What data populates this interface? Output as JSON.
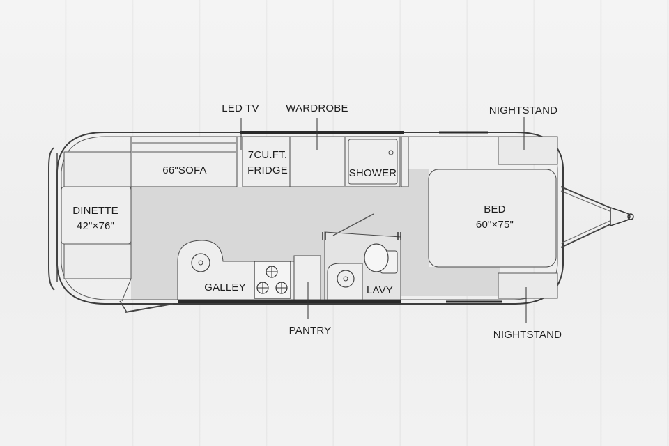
{
  "floorplan": {
    "callouts": {
      "led_tv": "LED TV",
      "wardrobe": "WARDROBE",
      "nightstand_top": "NIGHTSTAND",
      "pantry": "PANTRY",
      "nightstand_bottom": "NIGHTSTAND"
    },
    "rooms": {
      "sofa": "66\"SOFA",
      "fridge_line1": "7CU.FT.",
      "fridge_line2": "FRIDGE",
      "shower": "SHOWER",
      "dinette_line1": "DINETTE",
      "dinette_line2": "42\"×76\"",
      "galley": "GALLEY",
      "lavy": "LAVY",
      "bed_line1": "BED",
      "bed_line2": "60\"×75\""
    }
  }
}
